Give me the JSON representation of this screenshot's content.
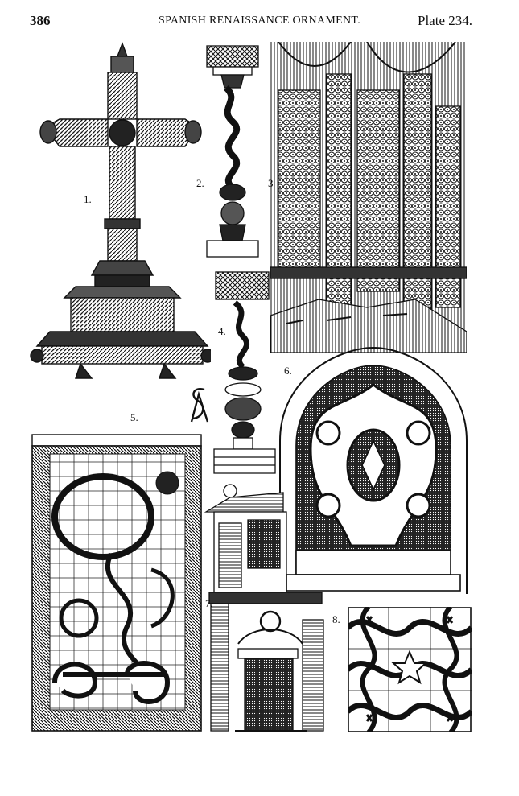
{
  "header": {
    "page_number": "386",
    "title": "SPANISH RENAISSANCE ORNAMENT.",
    "plate": "Plate 234."
  },
  "figure_labels": {
    "fig1": "1.",
    "fig2": "2.",
    "fig3": "3",
    "fig4": "4.",
    "fig5": "5.",
    "fig6": "6.",
    "fig7": "7.",
    "fig8": "8."
  },
  "figures": {
    "fig1": "processional-cross-icon",
    "fig2": "twisted-column-icon",
    "fig3": "cloister-interior-icon",
    "fig4": "baluster-column-icon",
    "fig5": "tile-panel-icon",
    "fig6": "arched-niche-icon",
    "fig7": "doorway-facade-icon",
    "fig8": "tile-pattern-icon"
  },
  "colors": {
    "ink": "#111111",
    "paper": "#ffffff"
  }
}
